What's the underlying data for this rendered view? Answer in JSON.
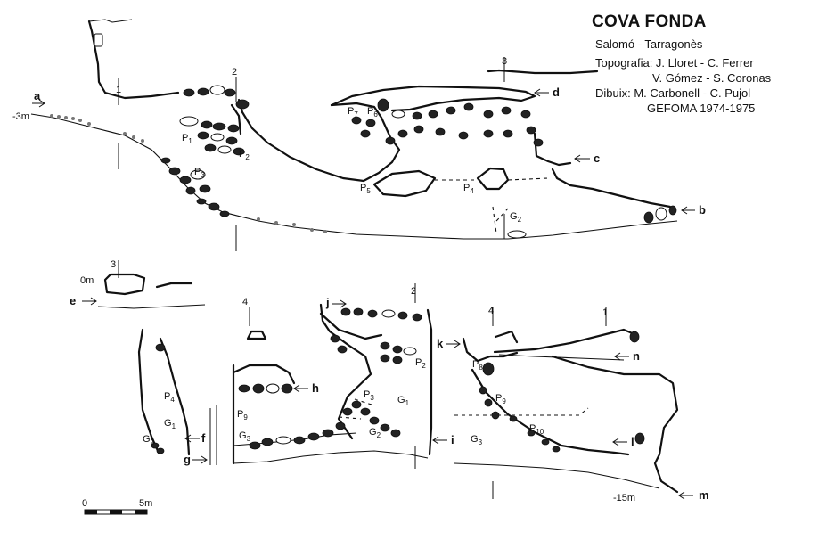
{
  "title": "COVA FONDA",
  "location": "Salomó - Tarragonès",
  "topography_line1": "Topografia: J. Lloret - C. Ferrer",
  "topography_line2": "V. Gómez - S. Coronas",
  "drawing_line": "Dibuix:   M. Carbonell - C. Pujol",
  "group_line": "GEFOMA    1974-1975",
  "scale": {
    "start": "0",
    "end": "5m"
  },
  "depths": {
    "top_section": "-3m",
    "surface": "0m",
    "bottom": "-15m"
  },
  "section_letters": [
    "a",
    "b",
    "c",
    "d",
    "e",
    "f",
    "g",
    "h",
    "i",
    "j",
    "k",
    "l",
    "m",
    "n"
  ],
  "pit_labels": {
    "p1": "P",
    "p1s": "1",
    "p2": "P",
    "p2s": "2",
    "p3": "P",
    "p3s": "3",
    "p4": "P",
    "p4s": "4",
    "p5": "P",
    "p5s": "5",
    "p6": "P",
    "p6s": "6",
    "p7": "P",
    "p7s": "7",
    "p8": "P",
    "p8s": "8",
    "p9": "P",
    "p9s": "9",
    "p10": "P",
    "p10s": "10"
  },
  "gallery_labels": {
    "g1": "G",
    "g1s": "1",
    "g2": "G",
    "g2s": "2",
    "g3": "G",
    "g3s": "3"
  },
  "station_numbers": [
    "1",
    "2",
    "3",
    "4"
  ]
}
